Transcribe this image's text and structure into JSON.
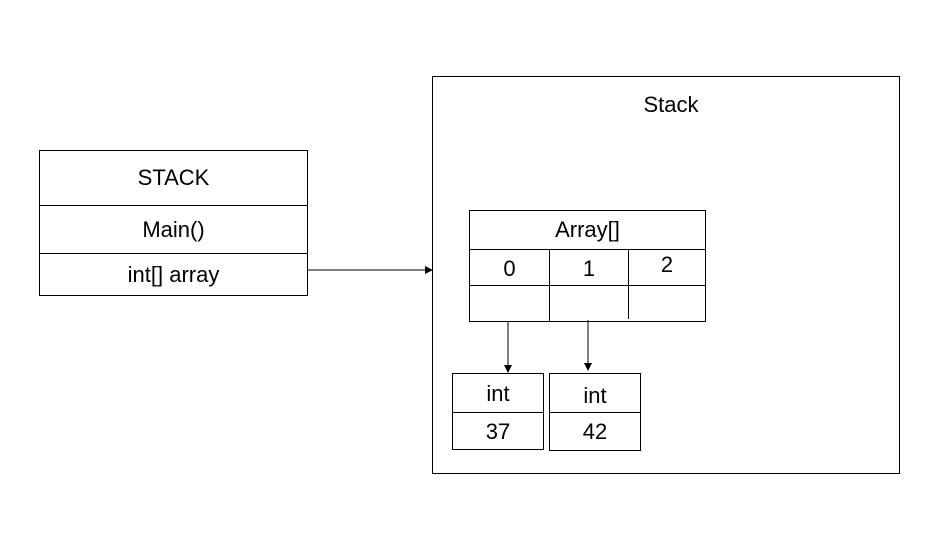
{
  "left_stack": {
    "title": "STACK",
    "method": "Main()",
    "variable": "int[] array"
  },
  "right_stack": {
    "title": "Stack",
    "array": {
      "title": "Array[]",
      "indices": [
        "0",
        "1",
        "2"
      ]
    },
    "ints": [
      {
        "type": "int",
        "value": "37"
      },
      {
        "type": "int",
        "value": "42"
      }
    ]
  }
}
